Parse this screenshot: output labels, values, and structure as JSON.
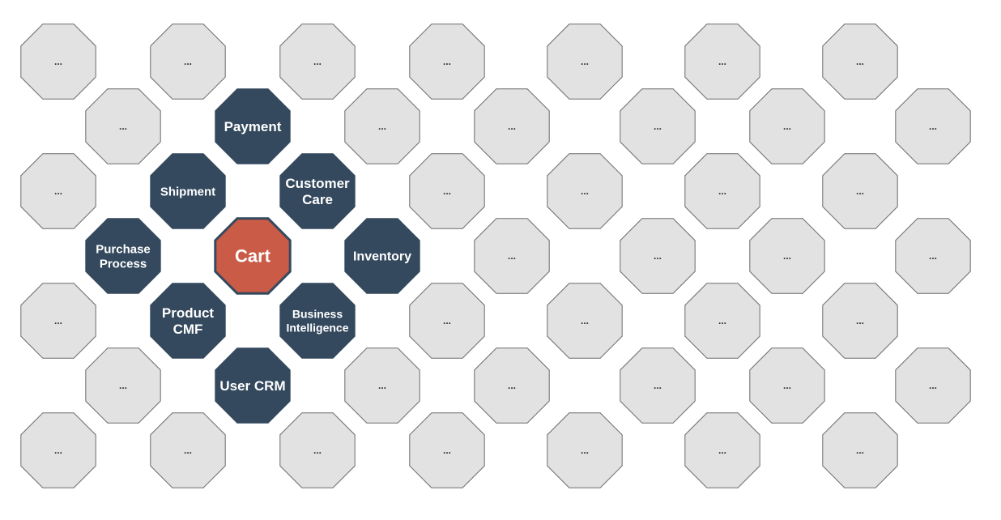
{
  "colors": {
    "filler_fill": "#e2e2e2",
    "filler_stroke": "#6b6b6b",
    "filler_text": "#333333",
    "service_fill": "#34495e",
    "service_text": "#ffffff",
    "center_fill": "#c95b47",
    "center_stroke": "#34495e",
    "center_text": "#ffffff"
  },
  "filler_label": "...",
  "center": {
    "label": [
      "Cart"
    ]
  },
  "services": [
    {
      "id": "payment",
      "label": [
        "Payment"
      ]
    },
    {
      "id": "shipment",
      "label": [
        "Shipment"
      ]
    },
    {
      "id": "customer-care",
      "label": [
        "Customer",
        "Care"
      ]
    },
    {
      "id": "purchase-process",
      "label": [
        "Purchase",
        "Process"
      ]
    },
    {
      "id": "inventory",
      "label": [
        "Inventory"
      ]
    },
    {
      "id": "product-cmf",
      "label": [
        "Product",
        "CMF"
      ]
    },
    {
      "id": "business-intelligence",
      "label": [
        "Business",
        "Intelligence"
      ]
    },
    {
      "id": "user-crm",
      "label": [
        "User CRM"
      ]
    }
  ]
}
